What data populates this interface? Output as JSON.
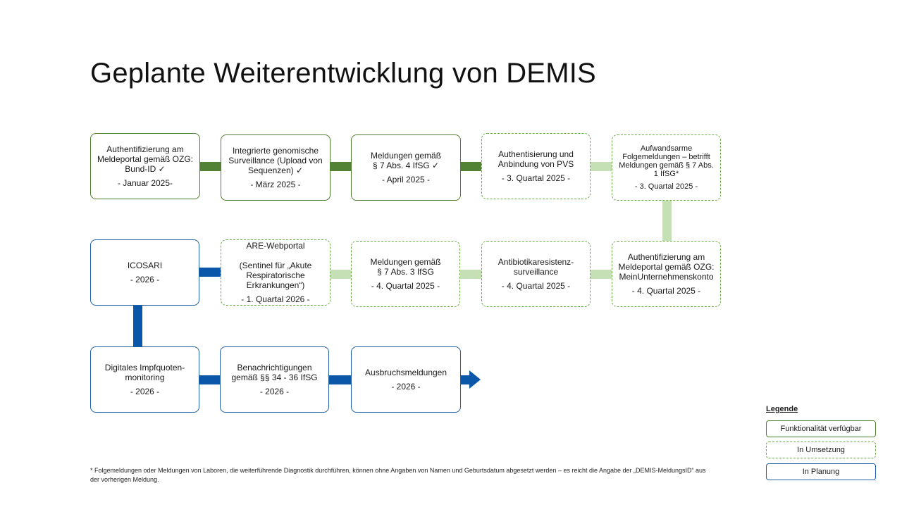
{
  "title": "Geplante Weiterentwicklung von DEMIS",
  "boxes": {
    "r1c1": {
      "label": "Authentifizierung am Meldeportal gemäß OZG: Bund-ID ✓",
      "date": "- Januar 2025-"
    },
    "r1c2": {
      "label": "Integrierte genomische Surveillance (Upload von Sequenzen) ✓",
      "date": "- März 2025 -"
    },
    "r1c3": {
      "label": "Meldungen gemäß\n§ 7 Abs. 4 IfSG ✓",
      "date": "- April 2025 -"
    },
    "r1c4": {
      "label": "Authentisierung und Anbindung von PVS",
      "date": "- 3. Quartal 2025 -"
    },
    "r1c5": {
      "label": "Aufwandsarme Folgemeldungen – betrifft Meldungen gemäß § 7 Abs. 1 IfSG*",
      "date": "- 3. Quartal 2025 -"
    },
    "r2c1": {
      "label": "ICOSARI",
      "date": "- 2026 -"
    },
    "r2c2": {
      "label": "ARE-Webportal\n\n(Sentinel für „Akute Respiratorische Erkrankungen“)",
      "date": "- 1. Quartal 2026 -"
    },
    "r2c3": {
      "label": "Meldungen gemäß\n§ 7 Abs. 3 IfSG",
      "date": "- 4. Quartal 2025 -"
    },
    "r2c4": {
      "label": "Antibiotikaresistenz-surveillance",
      "date": "- 4. Quartal 2025 -"
    },
    "r2c5": {
      "label": "Authentifizierung am Meldeportal gemäß OZG: MeinUnternehmenskonto",
      "date": "- 4. Quartal 2025 -"
    },
    "r3c1": {
      "label": "Digitales Impfquoten-monitoring",
      "date": "- 2026 -"
    },
    "r3c2": {
      "label": "Benachrichtigungen gemäß §§ 34 - 36 IfSG",
      "date": "- 2026 -"
    },
    "r3c3": {
      "label": "Ausbruchsmeldungen",
      "date": "- 2026 -"
    }
  },
  "legend": {
    "title": "Legende",
    "done": "Funktionalität verfügbar",
    "wip": "In Umsetzung",
    "plan": "In Planung"
  },
  "footnote": "* Folgemeldungen oder Meldungen von Laboren, die weiterführende Diagnostik durchführen, können ohne Angaben von Namen und Geburtsdatum abgesetzt werden – es reicht die Angabe der „DEMIS-MeldungsID“ aus der vorherigen Meldung.",
  "colors": {
    "done_border": "#4e7e2e",
    "done_connector": "#548235",
    "wip_border": "#6aab47",
    "wip_connector": "#c5e0b4",
    "plan_border": "#1f5fa5",
    "plan_connector": "#0a56a8"
  }
}
